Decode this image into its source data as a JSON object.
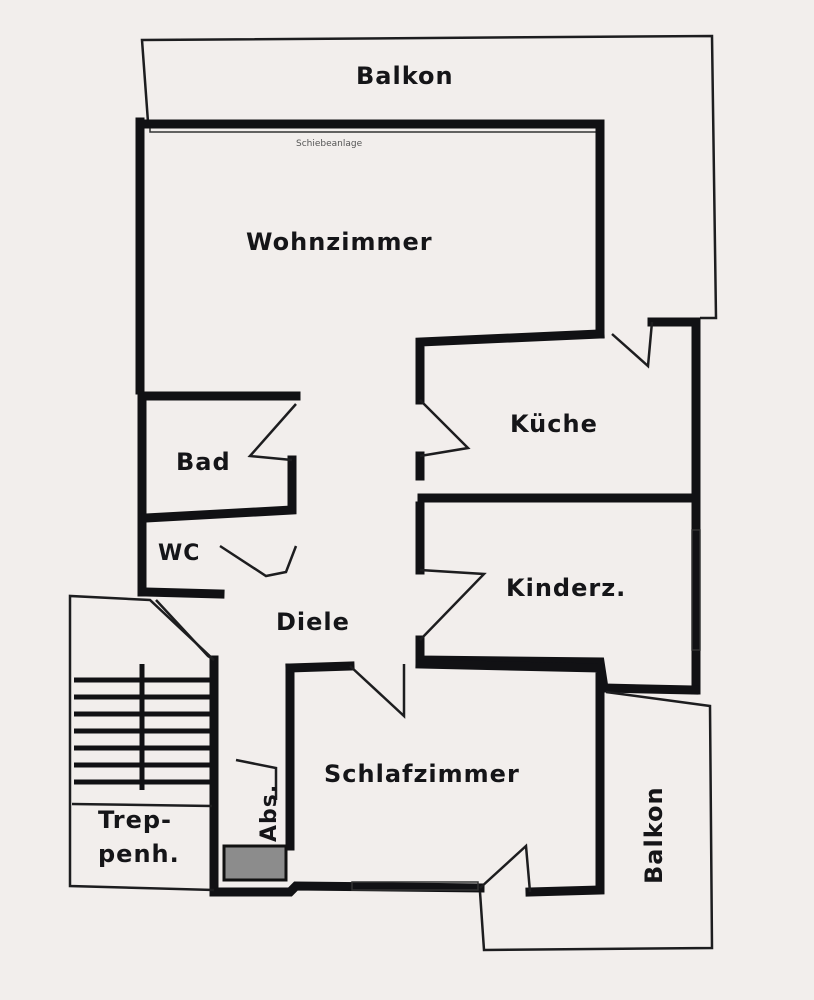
{
  "rooms": {
    "balkon_top": "Balkon",
    "wohnzimmer": "Wohnzimmer",
    "kueche": "Küche",
    "bad": "Bad",
    "wc": "WC",
    "kinderz": "Kinderz.",
    "diele": "Diele",
    "schlafzimmer": "Schlafzimmer",
    "abs": "Abs.",
    "trep_line1": "Trep-",
    "trep_line2": "penh.",
    "balkon_right": "Balkon"
  },
  "annotations": {
    "window_note": "Schiebeanlage"
  }
}
